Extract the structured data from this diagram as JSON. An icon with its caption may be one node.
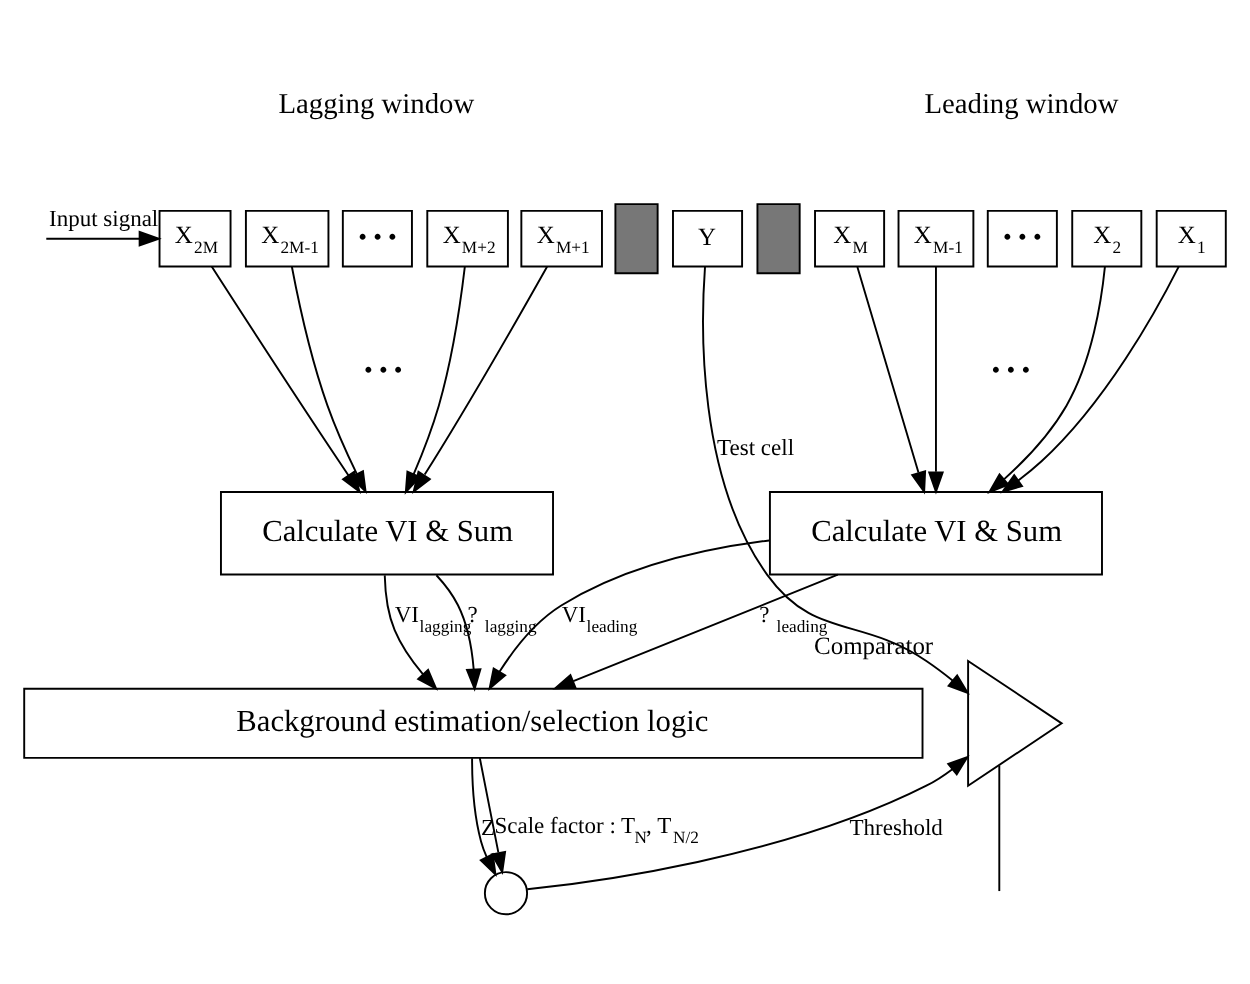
{
  "diagram": {
    "nodes": [
      {
        "text": [
          "X$_{2M}$"
        ]
      },
      {
        "text": [
          "X$_{2M-1}$"
        ]
      },
      {
        "text": [
          "• • •"
        ]
      },
      {
        "text": [
          "X$_{M+2}$"
        ]
      },
      {
        "text": [
          "X$_{M+1}$"
        ]
      },
      {
        "text": [],
        "shape": "box"
      },
      {
        "text": [
          "Y"
        ]
      },
      {
        "text": [],
        "shape": "box"
      },
      {
        "text": [
          "X$_{M}$"
        ]
      },
      {
        "text": [
          "X$_{M-1}$"
        ]
      },
      {
        "text": [
          "• • •"
        ]
      },
      {
        "text": [
          "X$_{2}$"
        ]
      },
      {
        "text": [
          "X$_{1}$"
        ]
      },
      {
        "text": [
          "Calculate VI & Sum"
        ]
      },
      {
        "text": [
          "Calculate VI & Sum"
        ]
      },
      {
        "text": [
          "Background estimation/selection logic"
        ]
      },
      {
        "text": [
          "Comparator"
        ]
      },
      {
        "text": [],
        "shape": "circle"
      }
    ],
    "edges": [
      {
        "from": null,
        "to": 0,
        "arrow": "to",
        "label": "Input signal"
      },
      {
        "from": 0,
        "to": 13,
        "arrow": "to"
      },
      {
        "from": 1,
        "to": 13,
        "arrow": "to"
      },
      {
        "from": 3,
        "to": 13,
        "arrow": "to"
      },
      {
        "from": 4,
        "to": 13,
        "arrow": "to"
      },
      {
        "from": 8,
        "to": 14,
        "arrow": "to"
      },
      {
        "from": 9,
        "to": 14,
        "arrow": "to"
      },
      {
        "from": 11,
        "to": 14,
        "arrow": "to"
      },
      {
        "from": 12,
        "to": 14,
        "arrow": "to"
      },
      {
        "from": 13,
        "to": 15,
        "arrow": "to",
        "label": "VI$_{lagging}$"
      },
      {
        "from": 13,
        "to": 15,
        "arrow": "to",
        "label": "? $_{lagging}$"
      },
      {
        "from": 14,
        "to": 15,
        "arrow": "to",
        "label": "VI$_{leading}$"
      },
      {
        "from": 14,
        "to": 15,
        "arrow": "to",
        "label": "? $_{leading}$"
      },
      {
        "from": 6,
        "to": 16,
        "arrow": "to",
        "label": "Test cell"
      },
      {
        "from": 15,
        "to": 17,
        "arrow": "to",
        "label": "Z"
      },
      {
        "from": 15,
        "to": 17,
        "arrow": "to",
        "label": "Scale factor : T$_{N}$, T$_{N/2}$"
      },
      {
        "from": 17,
        "to": 16,
        "arrow": "to",
        "label": "Threshold"
      },
      {
        "from": 16,
        "to": null,
        "arrow": "none"
      }
    ],
    "labels": [
      "Lagging window",
      "Leading window",
      "• • •",
      "• • •"
    ]
  }
}
